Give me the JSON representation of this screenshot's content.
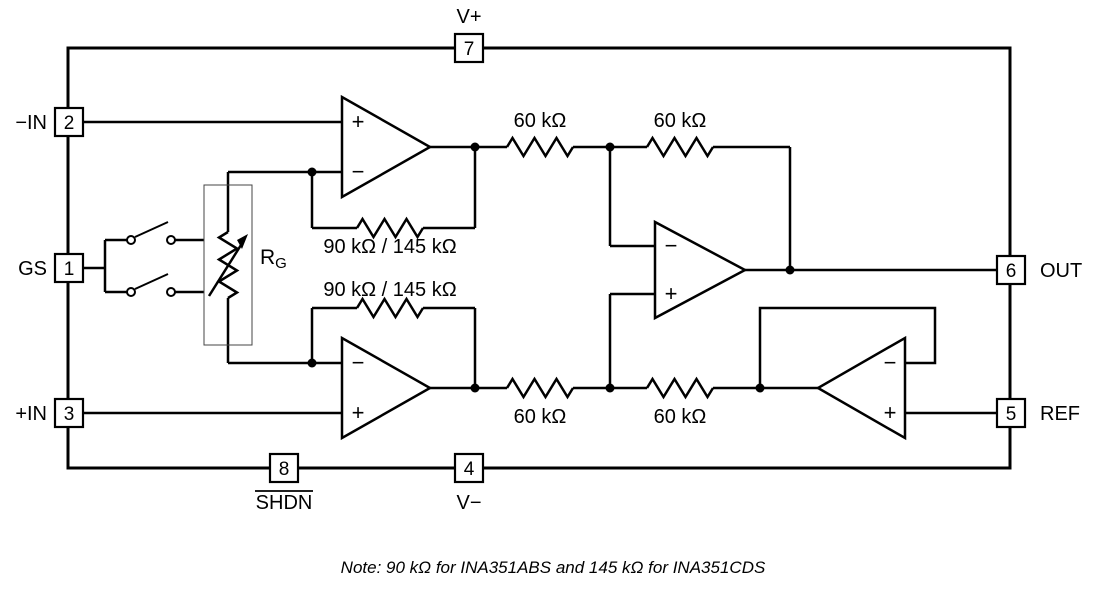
{
  "diagram": {
    "pins": {
      "p1": {
        "num": "1",
        "label": "GS"
      },
      "p2": {
        "num": "2",
        "label": "−IN"
      },
      "p3": {
        "num": "3",
        "label": "+IN"
      },
      "p4": {
        "num": "4",
        "label": "V−"
      },
      "p5": {
        "num": "5",
        "label": "REF"
      },
      "p6": {
        "num": "6",
        "label": "OUT"
      },
      "p7": {
        "num": "7",
        "label": "V+"
      },
      "p8": {
        "num": "8",
        "label": "SHDN"
      }
    },
    "labels": {
      "r60_top_left": "60 kΩ",
      "r60_top_right": "60 kΩ",
      "r60_bottom_left": "60 kΩ",
      "r60_bottom_right": "60 kΩ",
      "rfb_top": "90 kΩ / 145 kΩ",
      "rfb_bottom": "90 kΩ / 145 kΩ",
      "rg_main": "R",
      "rg_sub": "G",
      "plus": "+",
      "minus": "−"
    },
    "note": "Note: 90 kΩ for INA351ABS and 145 kΩ for INA351CDS",
    "colors": {
      "line": "#000000",
      "background": "#ffffff"
    }
  }
}
